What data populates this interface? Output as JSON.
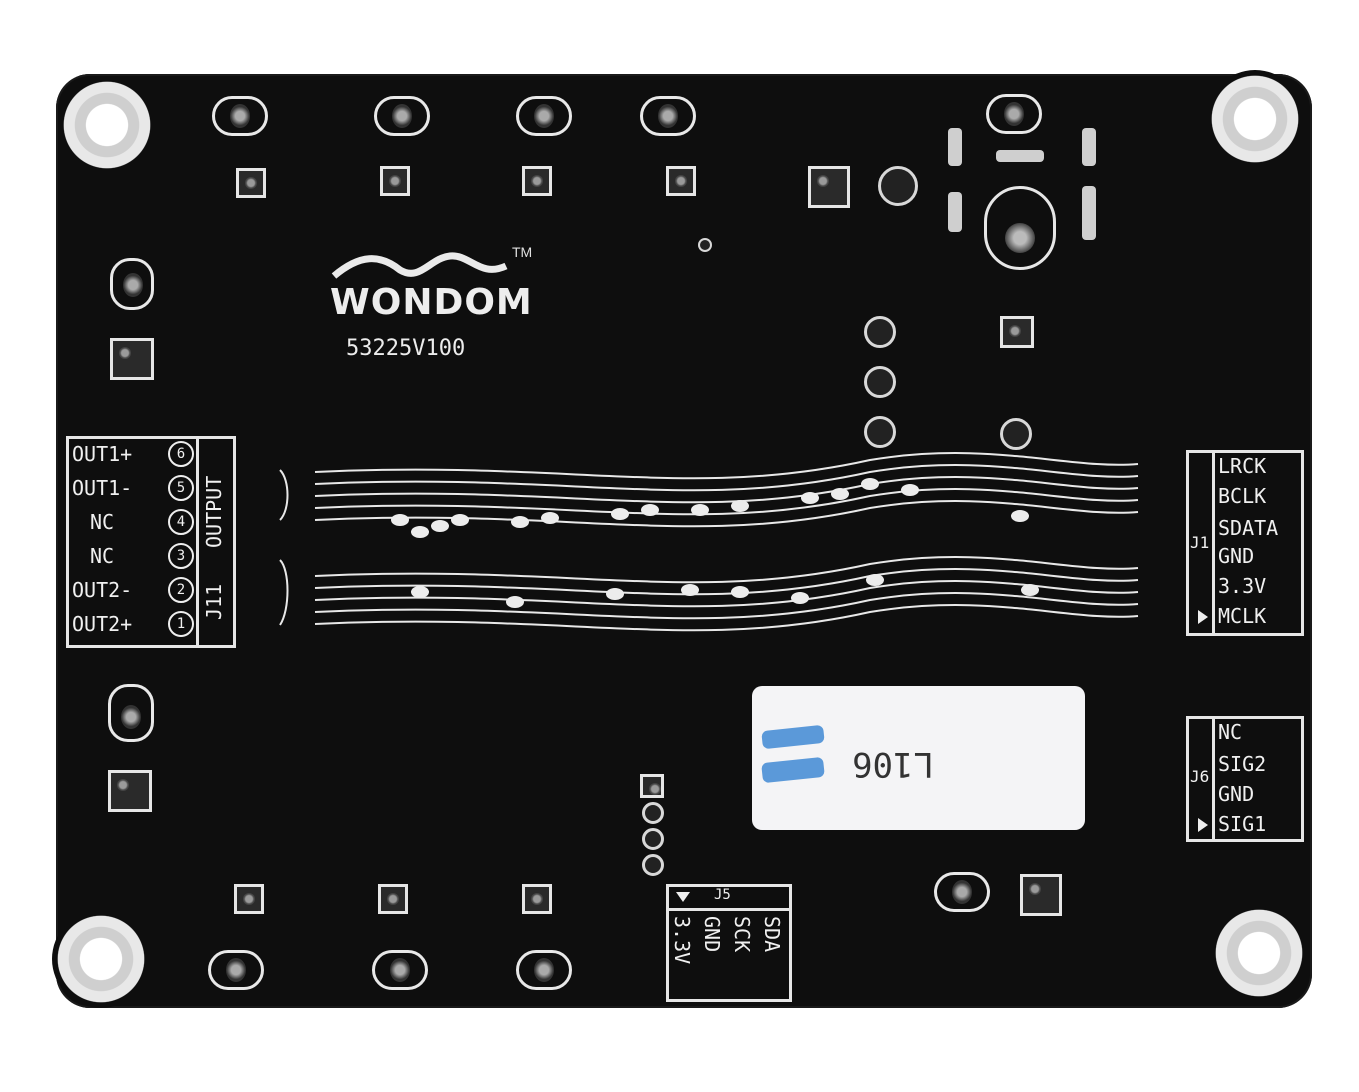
{
  "board": {
    "brand": "WONDOM",
    "trademark": "TM",
    "part_number": "53225V100"
  },
  "j11": {
    "designator": "J11",
    "title": "OUTPUT",
    "pins": [
      {
        "label": "OUT1+",
        "num": "6"
      },
      {
        "label": "OUT1-",
        "num": "5"
      },
      {
        "label": "NC",
        "num": "4"
      },
      {
        "label": "NC",
        "num": "3"
      },
      {
        "label": "OUT2-",
        "num": "2"
      },
      {
        "label": "OUT2+",
        "num": "1"
      }
    ]
  },
  "j1": {
    "designator": "J1",
    "pins": [
      "LRCK",
      "BCLK",
      "SDATA",
      "GND",
      "3.3V",
      "MCLK"
    ]
  },
  "j6": {
    "designator": "J6",
    "pins": [
      "NC",
      "SIG2",
      "GND",
      "SIG1"
    ]
  },
  "j5": {
    "designator": "J5",
    "pins": [
      "3.3V",
      "GND",
      "SCK",
      "SDA"
    ]
  },
  "sticker": {
    "text": "L106"
  },
  "colors": {
    "pcb": "#0e0e0e",
    "silkscreen": "#f0f0f0",
    "sticker_bg": "#f4f4f6",
    "pen_mark": "#4a8fd6"
  }
}
